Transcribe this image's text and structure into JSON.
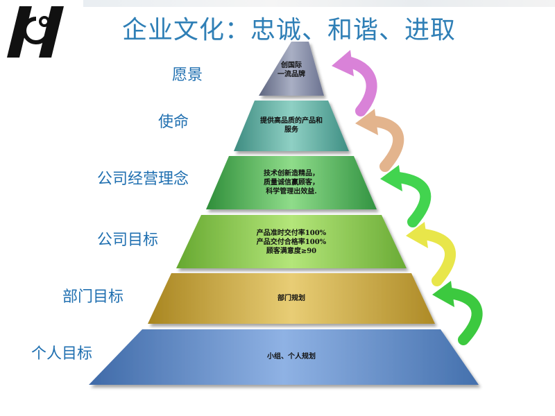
{
  "title": "企业文化：忠诚、和谐、进取",
  "logo": {
    "icon": "company-logo-icon"
  },
  "tiers": [
    {
      "label": "愿景",
      "lines": [
        "创国际",
        "一流品牌"
      ],
      "color": "#7f87a3"
    },
    {
      "label": "使命",
      "lines": [
        "提供高品质的产品和",
        "服务"
      ],
      "color": "#5aa79a"
    },
    {
      "label": "公司经营理念",
      "lines": [
        "技术创新造精品，",
        "质量诚信赢顾客，",
        "科学管理出效益."
      ],
      "color": "#4fae57"
    },
    {
      "label": "公司目标",
      "lines": [
        "产品准时交付率100%",
        "产品交付合格率100%",
        "顾客满意度≥90"
      ],
      "color": "#84c24a"
    },
    {
      "label": "部门目标",
      "lines": [
        "部门规划"
      ],
      "color": "#c9a53a"
    },
    {
      "label": "个人目标",
      "lines": [
        "小组、个人规划"
      ],
      "color": "#5b86c4"
    }
  ],
  "arrows": [
    "#d982d8",
    "#e3b48d",
    "#42d44f",
    "#e8e64a",
    "#3cc93f"
  ]
}
